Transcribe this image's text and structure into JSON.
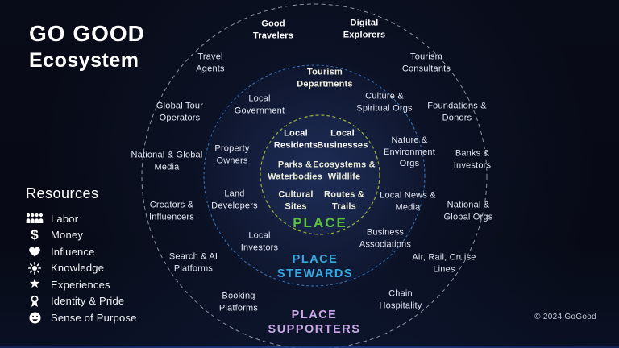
{
  "title": {
    "line1": "GO GOOD",
    "line2": "Ecosystem"
  },
  "resources": {
    "heading": "Resources",
    "items": [
      {
        "icon": "people-icon",
        "label": "Labor"
      },
      {
        "icon": "dollar-icon",
        "label": "Money"
      },
      {
        "icon": "heart-icon",
        "label": "Influence"
      },
      {
        "icon": "sun-icon",
        "label": "Knowledge"
      },
      {
        "icon": "star-icon",
        "label": "Experiences"
      },
      {
        "icon": "medal-icon",
        "label": "Identity & Pride"
      },
      {
        "icon": "smiley-icon",
        "label": "Sense of Purpose"
      }
    ]
  },
  "diagram": {
    "rings": [
      {
        "name": "place",
        "label": "PLACE",
        "label_color": "#5bc23c",
        "border_color": "#a9bf3a",
        "items": [
          "Local Residents",
          "Local Businesses",
          "Parks & Waterbodies",
          "Ecosystems & Wildlife",
          "Cultural Sites",
          "Routes & Trails"
        ]
      },
      {
        "name": "place-stewards",
        "label": "PLACE STEWARDS",
        "label_color": "#36a9e1",
        "border_color": "#3f7fd0",
        "items": [
          "Tourism Departments",
          "Local Government",
          "Culture & Spiritual Orgs",
          "Property Owners",
          "Nature & Environment Orgs",
          "Land Developers",
          "Local News & Media",
          "Local Investors",
          "Business Associations"
        ]
      },
      {
        "name": "place-supporters",
        "label": "PLACE SUPPORTERS",
        "label_color": "#c9a7e4",
        "border_color": "#c3c8da",
        "items": [
          "Good Travelers",
          "Digital Explorers",
          "Travel Agents",
          "Tourism Consultants",
          "Global Tour Operators",
          "Foundations & Donors",
          "National & Global Media",
          "Banks & Investors",
          "Creators & Influencers",
          "National & Global Orgs",
          "Search & AI Platforms",
          "Air, Rail, Cruise Lines",
          "Booking Platforms",
          "Chain Hospitality"
        ]
      }
    ]
  },
  "footer": {
    "copyright": "© 2024 GoGood"
  }
}
